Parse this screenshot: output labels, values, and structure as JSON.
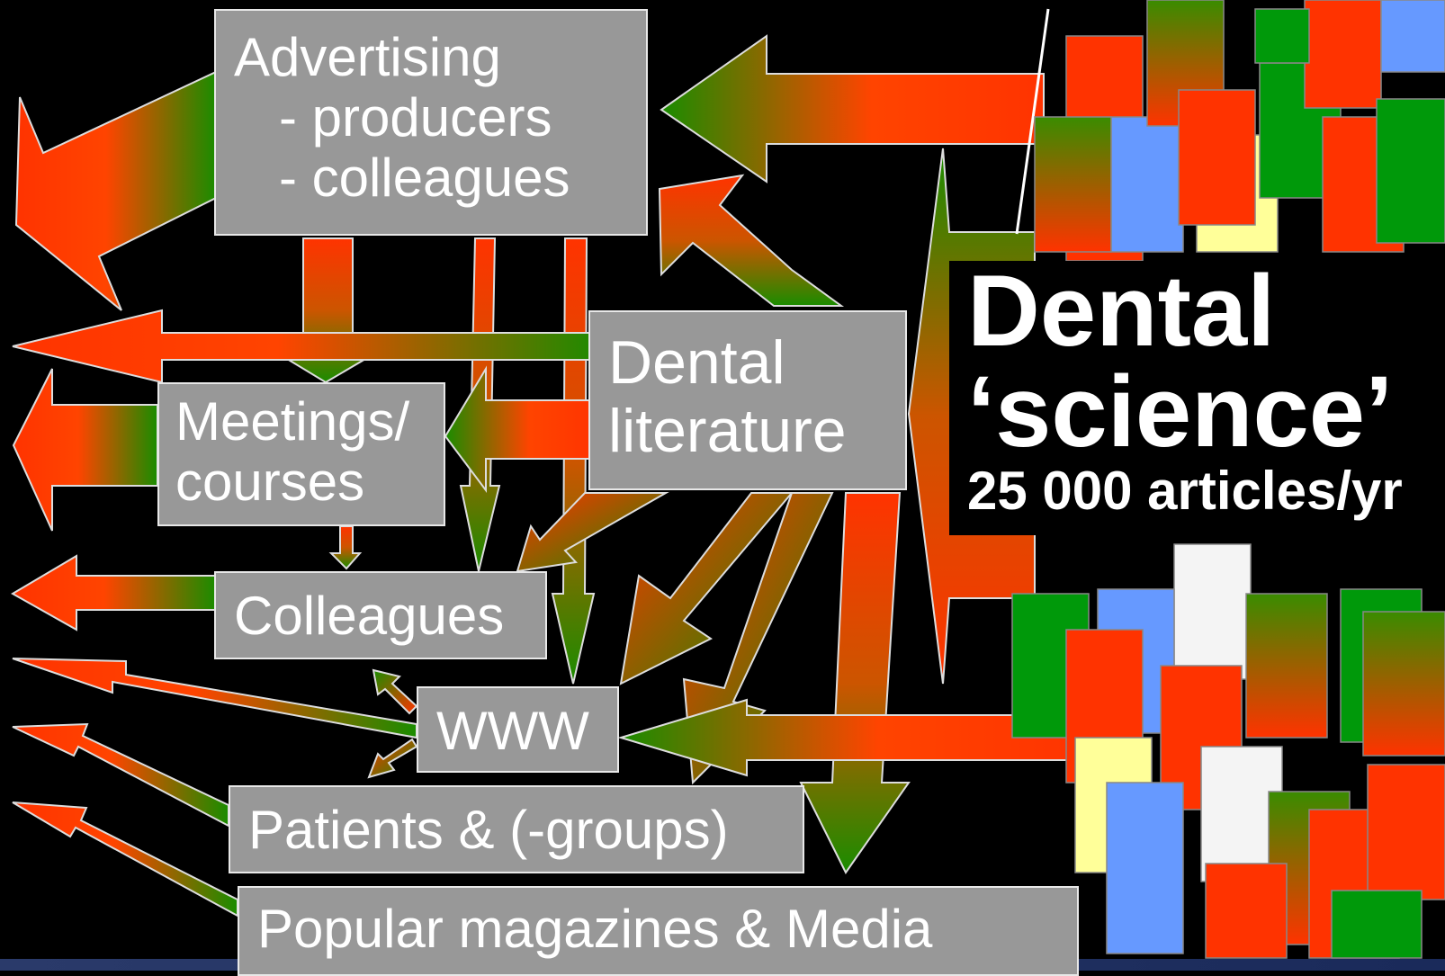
{
  "diagram": {
    "advertising": {
      "lines": [
        "Advertising",
        "   - producers",
        "   - colleagues"
      ]
    },
    "meetings": {
      "lines": [
        "Meetings/",
        "courses"
      ]
    },
    "literature": {
      "lines": [
        "Dental",
        "literature"
      ]
    },
    "colleagues": {
      "label": "Colleagues"
    },
    "www": {
      "label": "WWW"
    },
    "patients": {
      "label": "Patients & (-groups)"
    },
    "media": {
      "label": "Popular magazines & Media"
    },
    "science": {
      "title": "Dental",
      "subtitle": "‘science’",
      "count": "25 000 articles/yr"
    }
  },
  "colors": {
    "green": "#1a8c00",
    "red_orange": "#ff3300",
    "box_fill": "#989898",
    "book_blue": "#6699ff",
    "book_yellow": "#ffff99",
    "book_white": "#f4f4f4",
    "book_green": "#00990a"
  }
}
